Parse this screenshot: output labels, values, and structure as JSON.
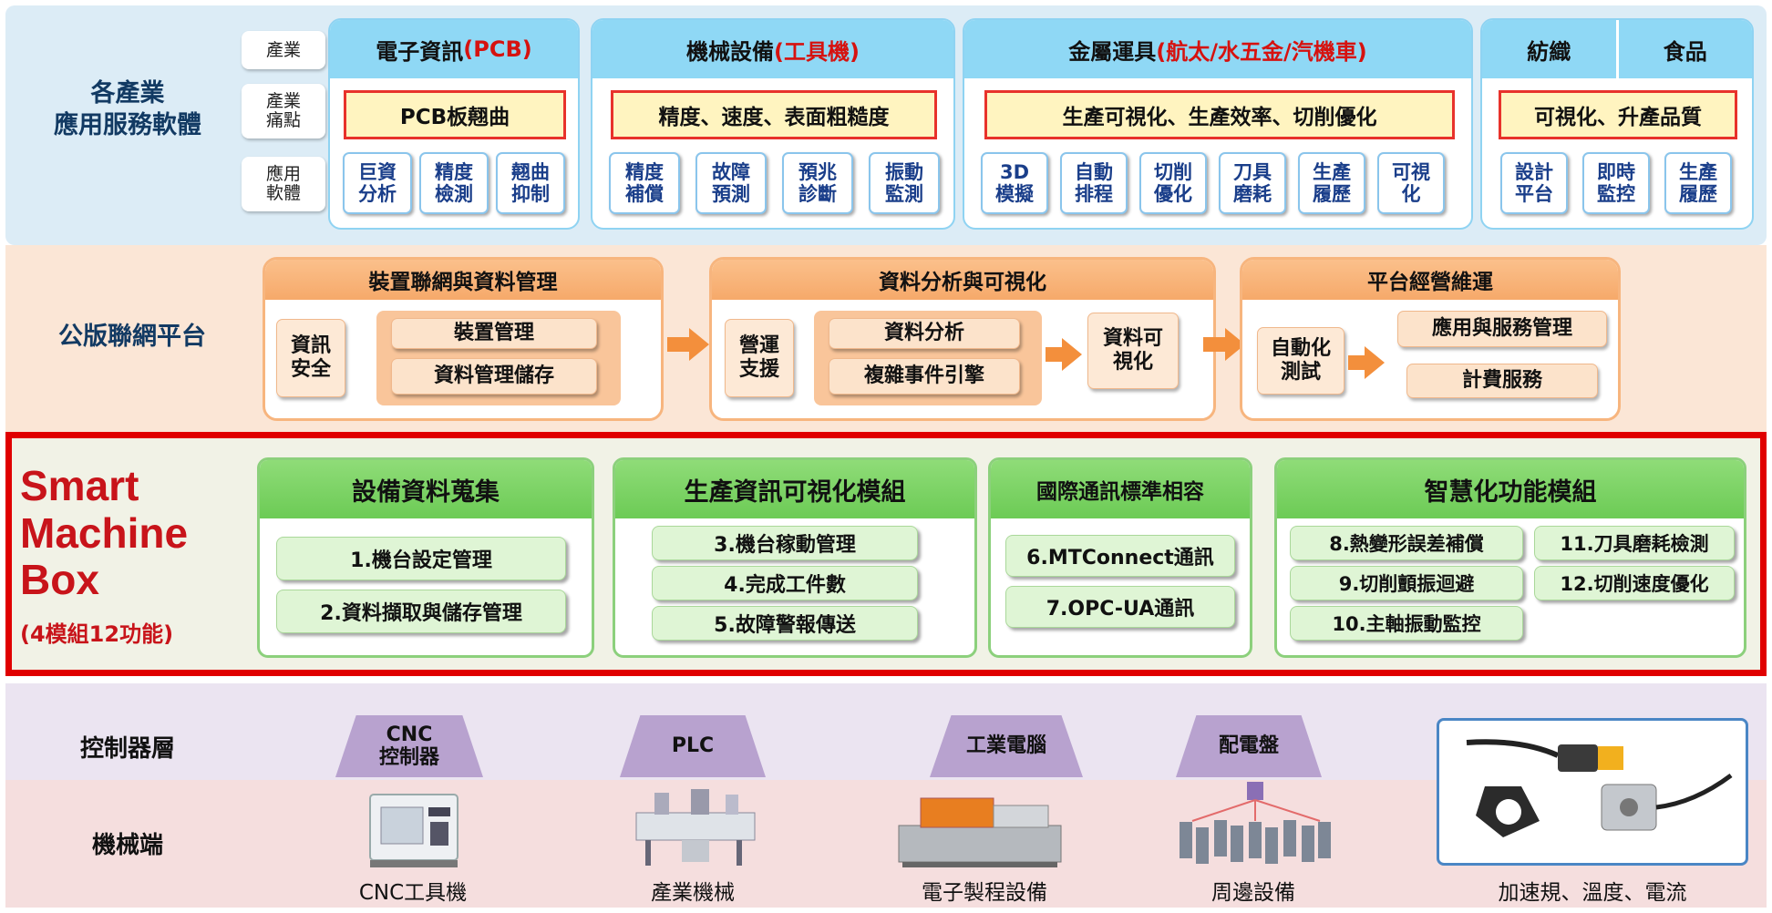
{
  "industry_layer": {
    "label": "各產業\n應用服務軟體",
    "tags": [
      "產業",
      "產業\n痛點",
      "應用\n軟體"
    ],
    "panels": [
      {
        "title_prefix": "電子資訊",
        "title_red": "(PCB)",
        "pain": "PCB板翹曲",
        "apps": [
          "巨資\n分析",
          "精度\n檢測",
          "翹曲\n抑制"
        ]
      },
      {
        "title_prefix": "機械設備",
        "title_red": "(工具機)",
        "pain": "精度、速度、表面粗糙度",
        "apps": [
          "精度\n補償",
          "故障\n預測",
          "預兆\n診斷",
          "振動\n監測"
        ]
      },
      {
        "title_prefix": "金屬運具",
        "title_red": "(航太/水五金/汽機車)",
        "pain": "生產可視化、生產效率、切削優化",
        "apps": [
          "3D\n模擬",
          "自動\n排程",
          "切削\n優化",
          "刀具\n磨耗",
          "生產\n履歷",
          "可視\n化"
        ]
      },
      {
        "title_left": "紡織",
        "title_right": "食品",
        "pain": "可視化、升產品質",
        "apps": [
          "設計\n平台",
          "即時\n監控",
          "生產\n履歷"
        ]
      }
    ]
  },
  "platform_layer": {
    "label": "公版聯網平台",
    "panels": [
      {
        "title": "裝置聯網與資料管理",
        "side": "資訊\n安全",
        "items": [
          "裝置管理",
          "資料管理儲存"
        ]
      },
      {
        "title": "資料分析與可視化",
        "side": "營運\n支援",
        "items": [
          "資料分析",
          "複雜事件引擎"
        ],
        "out": "資料可\n視化"
      },
      {
        "title": "平台經營維運",
        "side": "自動化\n測試",
        "items": [
          "應用與服務管理",
          "計費服務"
        ]
      }
    ]
  },
  "smb_layer": {
    "label_lines": [
      "Smart",
      "Machine",
      "Box"
    ],
    "sublabel": "(4模組12功能)",
    "modules": [
      {
        "title": "設備資料蒐集",
        "items": [
          "1.機台設定管理",
          "2.資料擷取與儲存管理"
        ]
      },
      {
        "title": "生產資訊可視化模組",
        "items": [
          "3.機台稼動管理",
          "4.完成工件數",
          "5.故障警報傳送"
        ]
      },
      {
        "title": "國際通訊標準相容",
        "items": [
          "6.MTConnect通訊",
          "7.OPC-UA通訊"
        ]
      },
      {
        "title": "智慧化功能模組",
        "items": [
          "8.熱變形誤差補償",
          "11.刀具磨耗檢測",
          "9.切削顫振迴避",
          "12.切削速度優化",
          "10.主軸振動監控"
        ]
      }
    ]
  },
  "controller_layer": {
    "label": "控制器層",
    "items": [
      "CNC\n控制器",
      "PLC",
      "工業電腦",
      "配電盤"
    ]
  },
  "machine_layer": {
    "label": "機械端",
    "items": [
      "CNC工具機",
      "產業機械",
      "電子製程設備",
      "周邊設備",
      "加速規、溫度、電流"
    ]
  },
  "colors": {
    "accent_red": "#e00000",
    "smb_text": "#c8141a",
    "label_blue": "#123a63"
  }
}
